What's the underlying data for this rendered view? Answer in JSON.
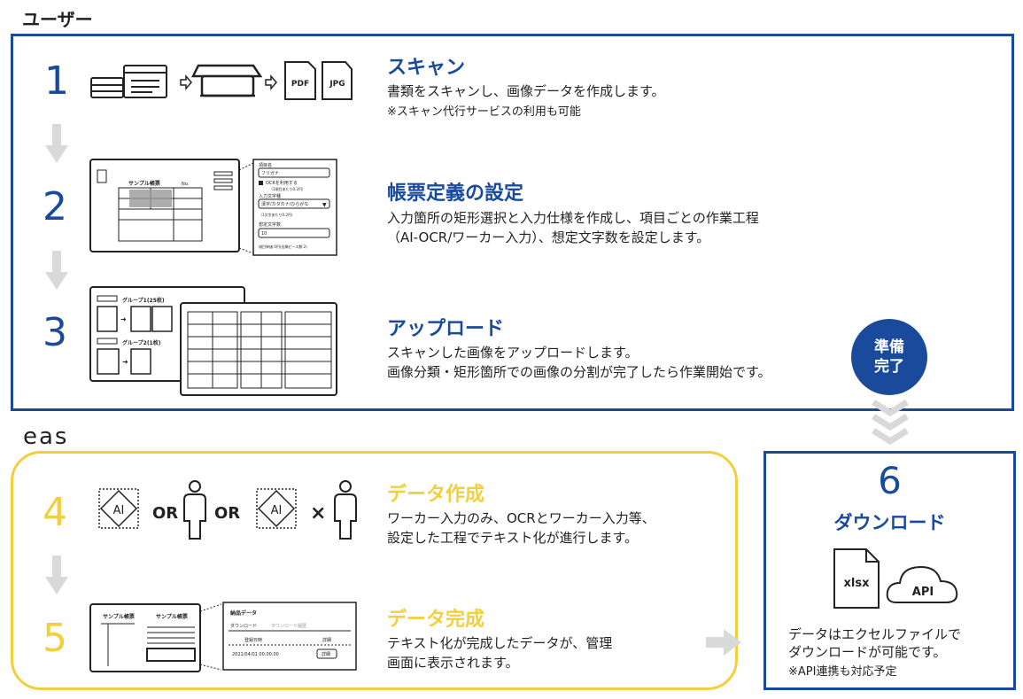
{
  "sections": {
    "user": "ユーザー",
    "eas": "eas"
  },
  "steps": [
    {
      "num": "1",
      "title": "スキャン",
      "desc": [
        "書類をスキャンし、画像データを作成します。"
      ],
      "note": "※スキャン代行サービスの利用も可能",
      "icons": {
        "pdf": "PDF",
        "jpg": "JPG"
      }
    },
    {
      "num": "2",
      "title": "帳票定義の設定",
      "desc": [
        "入力箇所の矩形選択と入力仕様を作成し、項目ごとの作業工程",
        "（AI-OCR/ワーカー入力）、想定文字数を設定します。"
      ],
      "form": {
        "sheet_title": "サンプル帳票",
        "no": "No.",
        "item_label": "項目名",
        "item_value": "フリガナ",
        "ocr": "OCRを利用する",
        "ocr_sub": "（1項目あたり0.2円）",
        "type_label": "入力文字種",
        "type_value": "漢字/カタカナ/ひらがな",
        "type_sub": "（1文字あたり0.2円）",
        "count_label": "想定文字数",
        "count_value": "10",
        "unit_price": "項目単価:0円(出稿ピース数:2)"
      }
    },
    {
      "num": "3",
      "title": "アップロード",
      "desc": [
        "スキャンした画像をアップロードします。",
        "画像分類・矩形箇所での画像の分割が完了したら作業開始です。"
      ],
      "groups": {
        "g1": "グループ1(25枚)",
        "g2": "グループ2(1枚)"
      }
    },
    {
      "num": "4",
      "title": "データ作成",
      "desc": [
        "ワーカー入力のみ、OCRとワーカー入力等、",
        "設定した工程でテキスト化が進行します。"
      ],
      "ops": {
        "ai": "AI",
        "or1": "OR",
        "or2": "OR",
        "times": "×"
      }
    },
    {
      "num": "5",
      "title": "データ完成",
      "desc": [
        "テキスト化が完成したデータが、管理",
        "画面に表示されます。"
      ],
      "screen": {
        "sheet1": "サンプル帳票",
        "sheet2": "サンプル帳票",
        "panel_title": "納品データ",
        "tab1": "ダウンロード",
        "tab2": "ダウンロード履歴",
        "col1": "登録日時",
        "col2": "詳細",
        "row_date": "2021/04/01 00:00:00",
        "row_btn": "詳細"
      }
    }
  ],
  "ready_badge": [
    "準備",
    "完了"
  ],
  "download": {
    "num": "6",
    "title": "ダウンロード",
    "file_label": "xlsx",
    "cloud_label": "API",
    "desc": [
      "データはエクセルファイルで",
      "ダウンロードが可能です。"
    ],
    "note": "※API連携も対応予定"
  },
  "colors": {
    "blue": "#1a4a9c",
    "yellow": "#f2cf3d",
    "gray": "#d9d9d9"
  }
}
